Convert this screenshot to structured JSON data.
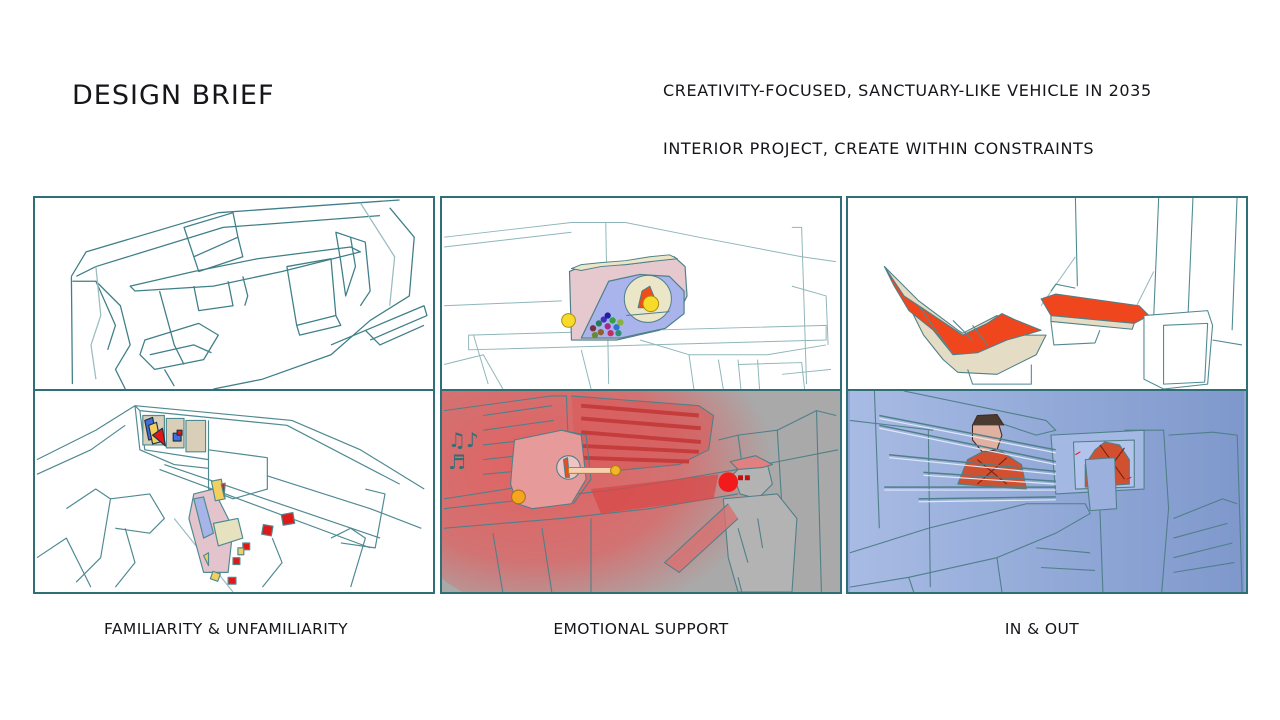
{
  "header": {
    "title": "DESIGN BRIEF",
    "subtitle_1": "CREATIVITY-FOCUSED, SANCTUARY-LIKE VEHICLE IN 2035",
    "subtitle_2": "INTERIOR PROJECT, CREATE WITHIN CONSTRAINTS"
  },
  "columns": [
    {
      "caption": "FAMILIARITY & UNFAMILIARITY",
      "top_panel": {
        "description": "line sketch of vehicle interior from above",
        "bg": "#ffffff"
      },
      "bottom_panel": {
        "description": "interior sketch with shelf of colorful blocks and scattered red/yellow pieces",
        "bg": "#ffffff"
      }
    },
    {
      "caption": "EMOTIONAL SUPPORT",
      "top_panel": {
        "description": "pink and blue dispenser device with colorful balls and dial on a table",
        "bg": "#ffffff"
      },
      "bottom_panel": {
        "description": "grey scene with red glow, device playing music, seated figure in hat",
        "bg": "#a9a9a9",
        "music_notes": "♫♪ ♬"
      }
    },
    {
      "caption": "IN & OUT",
      "top_panel": {
        "description": "orange reclining seat and orange bench in white interior",
        "bg": "#ffffff"
      },
      "bottom_panel": {
        "description": "blue-tinted interior with slats, person behind slats and person on screen",
        "bg": "#8fa6d6"
      }
    }
  ],
  "colors": {
    "frame": "#2f6f78",
    "line": "#4f8a92",
    "accent_red": "#e8341c",
    "accent_yellow": "#f2c230",
    "pink": "#e4c4cc",
    "blue": "#a7b4e8",
    "grey_bg": "#a9a9a9",
    "blue_bg": "#8fa6d6"
  }
}
